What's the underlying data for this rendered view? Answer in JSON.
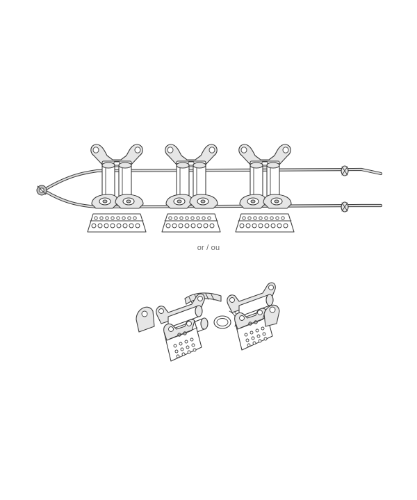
{
  "separator": {
    "label": "or / ou"
  },
  "figures": {
    "top": {
      "units": 3
    },
    "bottom": {
      "units": 2
    }
  }
}
